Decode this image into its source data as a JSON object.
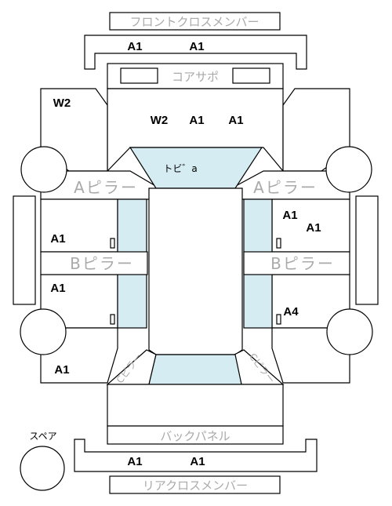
{
  "parts": {
    "front_cross_member": "フロントクロスメンバー",
    "core_support": "コアサポ",
    "toe_board": "トビ゛a",
    "a_pillar_left": "Aピラー",
    "a_pillar_right": "Aピラー",
    "b_pillar_left": "Bピラー",
    "b_pillar_right": "Bピラー",
    "c_pillar_left": "Cピラー",
    "c_pillar_right": "Cピラー",
    "back_panel": "バックパネル",
    "rear_cross_member": "リアクロスメンバー",
    "spare": "スペア"
  },
  "codes": {
    "front_cm_left": "A1",
    "front_cm_right": "A1",
    "front_left_fender": "W2",
    "front_center_1": "W2",
    "front_center_2": "A1",
    "front_center_3": "A1",
    "front_left_door": "A1",
    "rear_left_door": "A1",
    "front_right_door_1": "A1",
    "front_right_door_2": "A1",
    "rear_right_door": "A4",
    "rear_left_quarter": "A1",
    "rear_cm_left": "A1",
    "rear_cm_right": "A1"
  },
  "colors": {
    "glass": "#d6ecf3",
    "label_gray": "#aaaaaa"
  }
}
